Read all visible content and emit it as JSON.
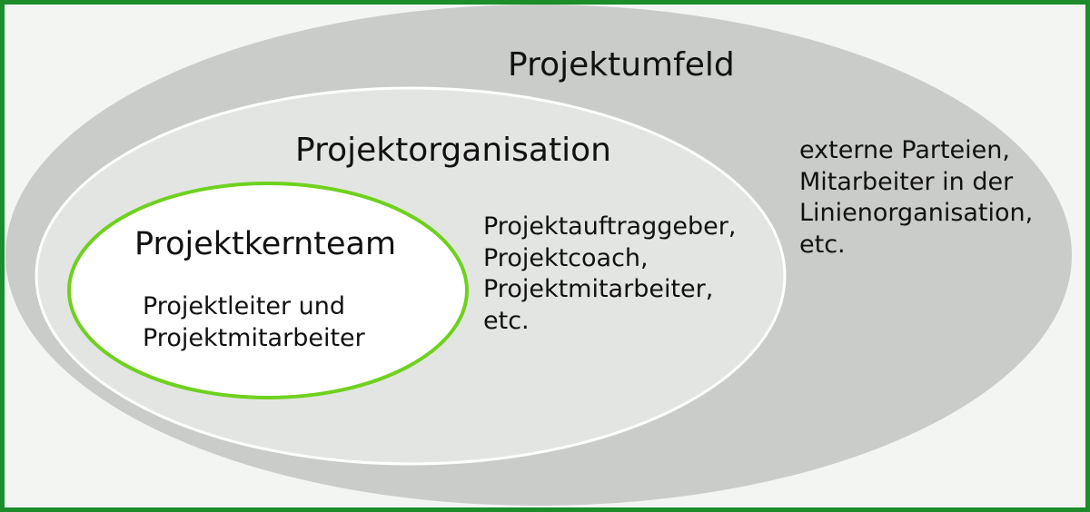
{
  "diagram": {
    "outer": {
      "title": "Projektumfeld",
      "lines": [
        "externe Parteien,",
        "Mitarbeiter in der",
        "Linienorganisation,",
        "etc."
      ],
      "fill": "#c9ccc8"
    },
    "middle": {
      "title": "Projektorganisation",
      "lines": [
        "Projektauftraggeber,",
        "Projektcoach,",
        "Projektmitarbeiter,",
        "etc."
      ],
      "fill": "#e3e5e2",
      "stroke": "#ffffff"
    },
    "inner": {
      "title": "Projektkernteam",
      "lines": [
        "Projektleiter und",
        "Projektmitarbeiter"
      ],
      "fill": "#ffffff",
      "stroke": "#6fd11e"
    },
    "border_color": "#1d8c2a",
    "background": "#f3f5f3"
  }
}
